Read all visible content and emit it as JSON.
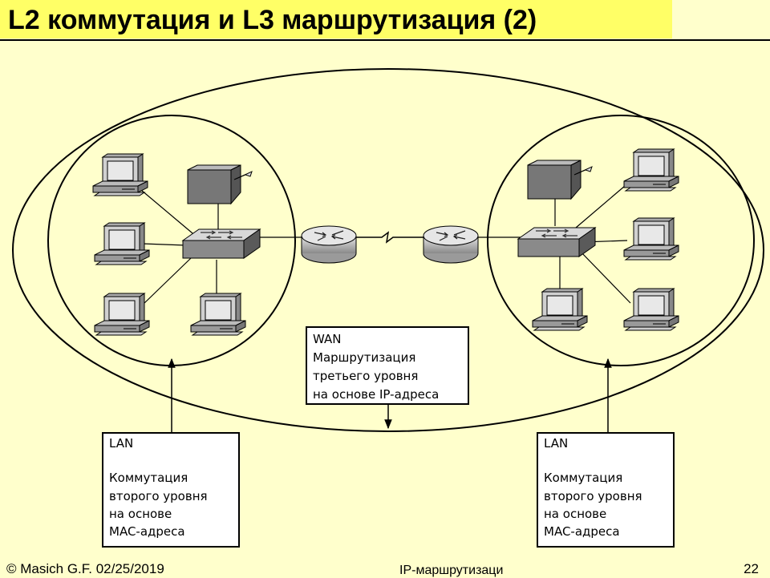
{
  "slide": {
    "title": "L2 коммутация и L3 маршрутизация (2)",
    "colors": {
      "background": "#ffffcc",
      "title_bar": "#ffff66",
      "text": "#000000"
    }
  },
  "diagram": {
    "wan_box": {
      "lines": [
        "WAN",
        "Маршрутизация",
        "третьего уровня",
        "на основе IP-адреса"
      ]
    },
    "lan_left_box": {
      "lines": [
        "LAN",
        "",
        "Коммутация",
        "второго уровня",
        "на основе",
        "MAC-адреса"
      ]
    },
    "lan_right_box": {
      "lines": [
        "LAN",
        "",
        "Коммутация",
        "второго уровня",
        "на основе",
        "MAC-адреса"
      ]
    },
    "icons": [
      "workstation-icon",
      "server-icon",
      "switch-icon",
      "router-icon"
    ]
  },
  "footer": {
    "author": "© Masich G.F. 02/25/2019",
    "topic": "IP-маршрутизаци",
    "page": "22"
  }
}
